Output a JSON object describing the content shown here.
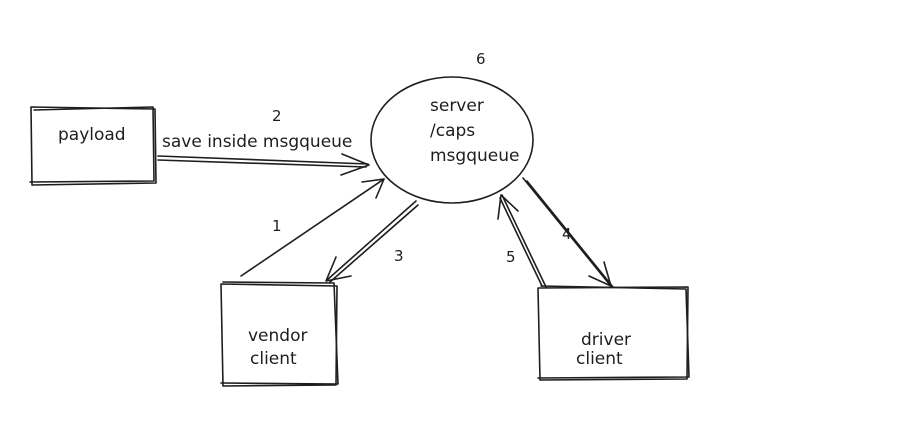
{
  "nodes": {
    "payload": {
      "label": "payload"
    },
    "server": {
      "lines": [
        "server",
        "/caps",
        "msgqueue"
      ]
    },
    "vendor": {
      "lines": [
        "vendor",
        "client"
      ]
    },
    "driver": {
      "lines": [
        "driver",
        "client"
      ]
    }
  },
  "edges": {
    "save": {
      "number": "2",
      "label": "save inside msgqueue"
    },
    "vendor_to_server": {
      "number": "1"
    },
    "server_to_vendor": {
      "number": "3"
    },
    "server_to_driver": {
      "number": "4"
    },
    "driver_to_server": {
      "number": "5"
    }
  },
  "server_number": "6",
  "colors": {
    "ink": "#1e1e1e",
    "background": "#ffffff"
  }
}
